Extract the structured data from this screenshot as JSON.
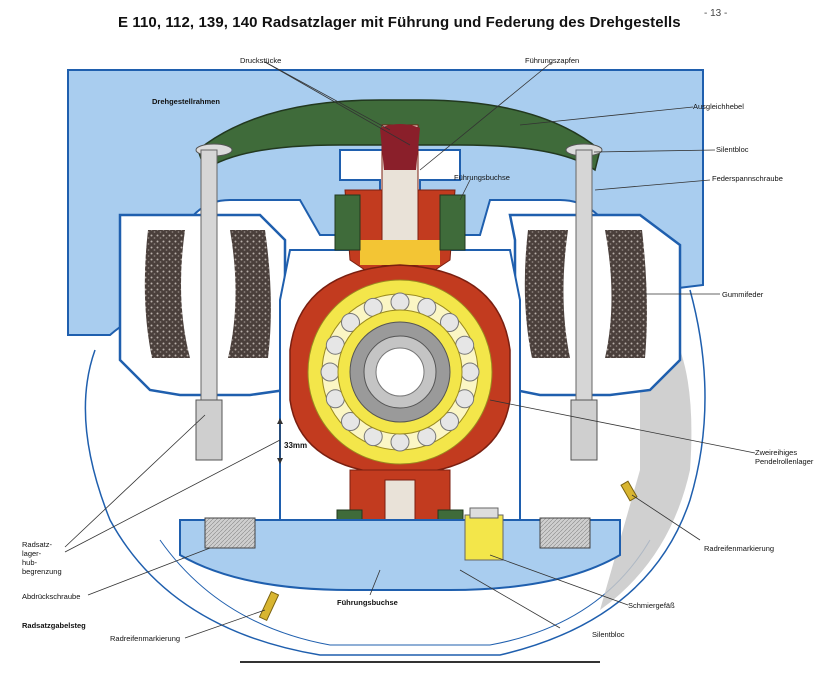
{
  "page": {
    "title": "E 110, 112, 139, 140  Radsatzlager mit Führung und Federung des Drehgestells",
    "page_number": "- 13 -"
  },
  "labels": {
    "druckstuecke": "Druckstücke",
    "fuehrungszapfen": "Führungszapfen",
    "drehgestellrahmen": "Drehgestellrahmen",
    "ausgleichhebel": "Ausgleichhebel",
    "silentbloc_top": "Silentbloc",
    "federspannschraube": "Federspannschraube",
    "fuehrungsbuchse_top": "Führungsbuchse",
    "gummifeder": "Gummifeder",
    "pendelrollenlager_line1": "Zweireihiges",
    "pendelrollenlager_line2": "Pendelrollenlager",
    "dimension": "33mm",
    "hubbegrenzung_line1": "Radsatz-",
    "hubbegrenzung_line2": "lager-",
    "hubbegrenzung_line3": "hub-",
    "hubbegrenzung_line4": "begrenzung",
    "radreifenmarkierung_right": "Radreifenmarkierung",
    "abdrueckschraube": "Abdrückschraube",
    "fuehrungsbuchse_bottom": "Führungsbuchse",
    "schmiergefaess": "Schmiergefäß",
    "radsatzgabelsteg": "Radsatzgabelsteg",
    "radreifenmarkierung_left": "Radreifenmarkierung",
    "silentbloc_bottom": "Silentbloc"
  },
  "colors": {
    "frame_blue": "#a9cdef",
    "outline_blue": "#1f5fae",
    "green": "#3f6b3a",
    "red": "#c23b1f",
    "yellow": "#f3e64a",
    "grey": "#9a9a9a",
    "rubber": "#5b4e4a"
  }
}
